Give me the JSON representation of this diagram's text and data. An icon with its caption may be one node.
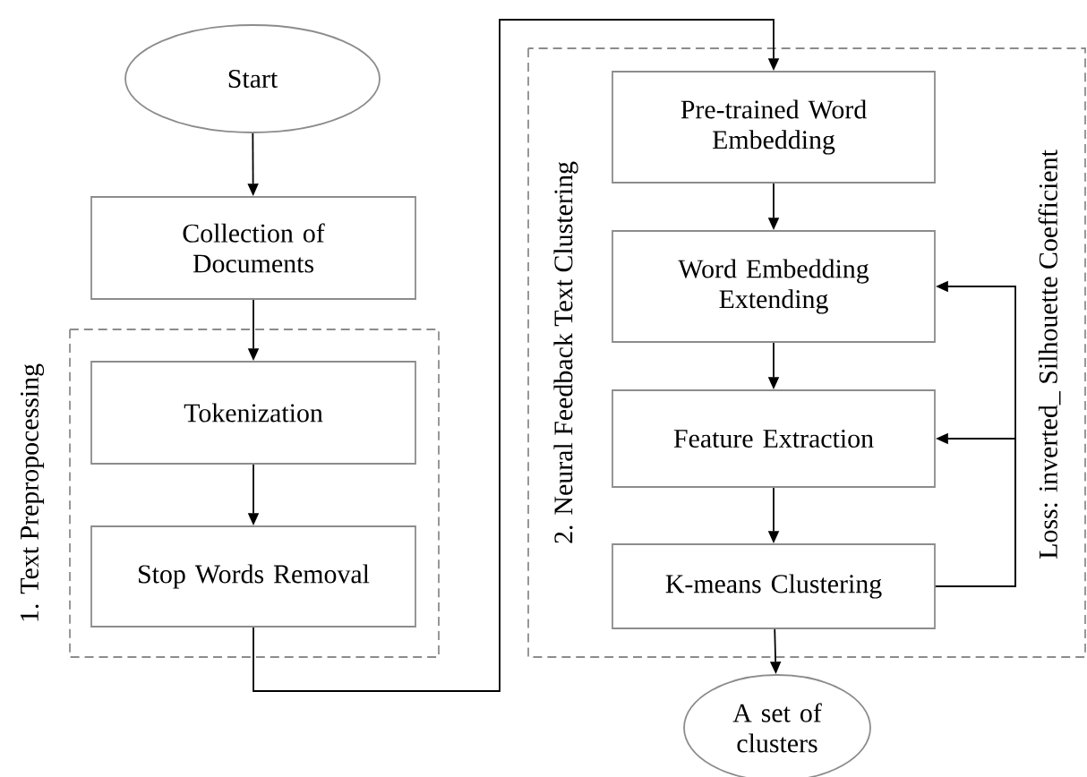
{
  "diagram": {
    "nodes": [
      {
        "text": [
          "Start"
        ]
      },
      {
        "text": [
          "Collection of Documents"
        ]
      },
      {
        "text": [
          "1. Text Prepropocessing"
        ]
      },
      {
        "text": [
          "Tokenization"
        ],
        "in": 2
      },
      {
        "text": [
          "Stop Words Removal"
        ],
        "in": 2
      },
      {
        "text": [
          "2. Neural Feedback Text Clustering"
        ]
      },
      {
        "text": [
          "Pre-trained Word Embedding"
        ],
        "in": 5
      },
      {
        "text": [
          "Word Embedding Extending"
        ],
        "in": 5
      },
      {
        "text": [
          "Feature Extraction"
        ],
        "in": 5
      },
      {
        "text": [
          "K-means Clustering"
        ],
        "in": 5
      },
      {
        "text": [
          "A set of clusters"
        ]
      }
    ],
    "edges": [
      {
        "from": 0,
        "to": 1,
        "arrow": "to"
      },
      {
        "from": 1,
        "to": 3,
        "arrow": "to"
      },
      {
        "from": 3,
        "to": 4,
        "arrow": "to"
      },
      {
        "from": 4,
        "to": 6,
        "arrow": "to"
      },
      {
        "from": 6,
        "to": 7,
        "arrow": "to"
      },
      {
        "from": 7,
        "to": 8,
        "arrow": "to"
      },
      {
        "from": 8,
        "to": 9,
        "arrow": "to"
      },
      {
        "from": 9,
        "to": 10,
        "arrow": "to"
      },
      {
        "from": 9,
        "to": 7,
        "arrow": "to"
      },
      {
        "from": 9,
        "to": 8,
        "arrow": "to"
      }
    ],
    "labels": [
      "Loss: inverted_ Silhouette Coefficient"
    ]
  }
}
